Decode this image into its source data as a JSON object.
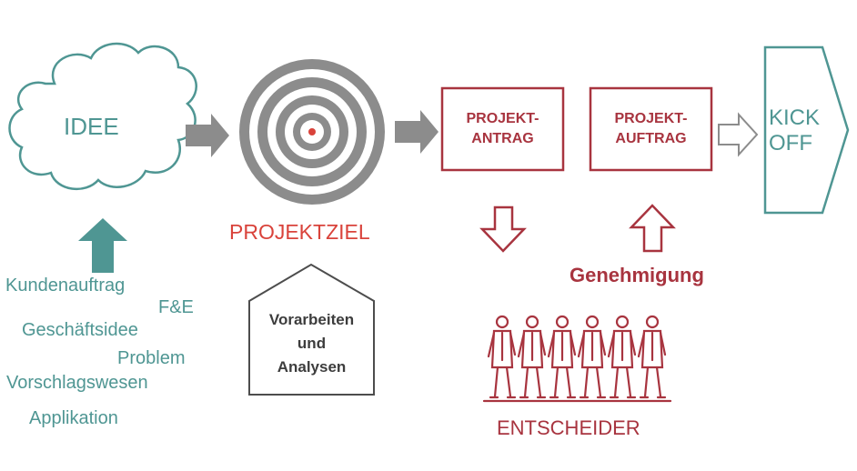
{
  "cloud": {
    "label": "IDEE"
  },
  "target": {
    "label": "PROJEKTZIEL"
  },
  "house": {
    "label": "Vorarbeiten\nund\nAnalysen",
    "lines": [
      "Vorarbeiten",
      "und",
      "Analysen"
    ]
  },
  "antrag": {
    "line1": "PROJEKT-",
    "line2": "ANTRAG"
  },
  "auftrag": {
    "line1": "PROJEKT-",
    "line2": "AUFTRAG"
  },
  "kickoff": {
    "line1": "KICK",
    "line2": "OFF"
  },
  "approval": {
    "label": "Genehmigung"
  },
  "deciders": {
    "label": "ENTSCHEIDER",
    "figure_count": 6
  },
  "sources": [
    "Kundenauftrag",
    "F&E",
    "Geschäftsidee",
    "Problem",
    "Vorschlagswesen",
    "Applikation"
  ],
  "colors": {
    "teal": "#4f9693",
    "red": "#a8343f",
    "grey": "#8c8c8c",
    "target_red": "#d9433b"
  }
}
